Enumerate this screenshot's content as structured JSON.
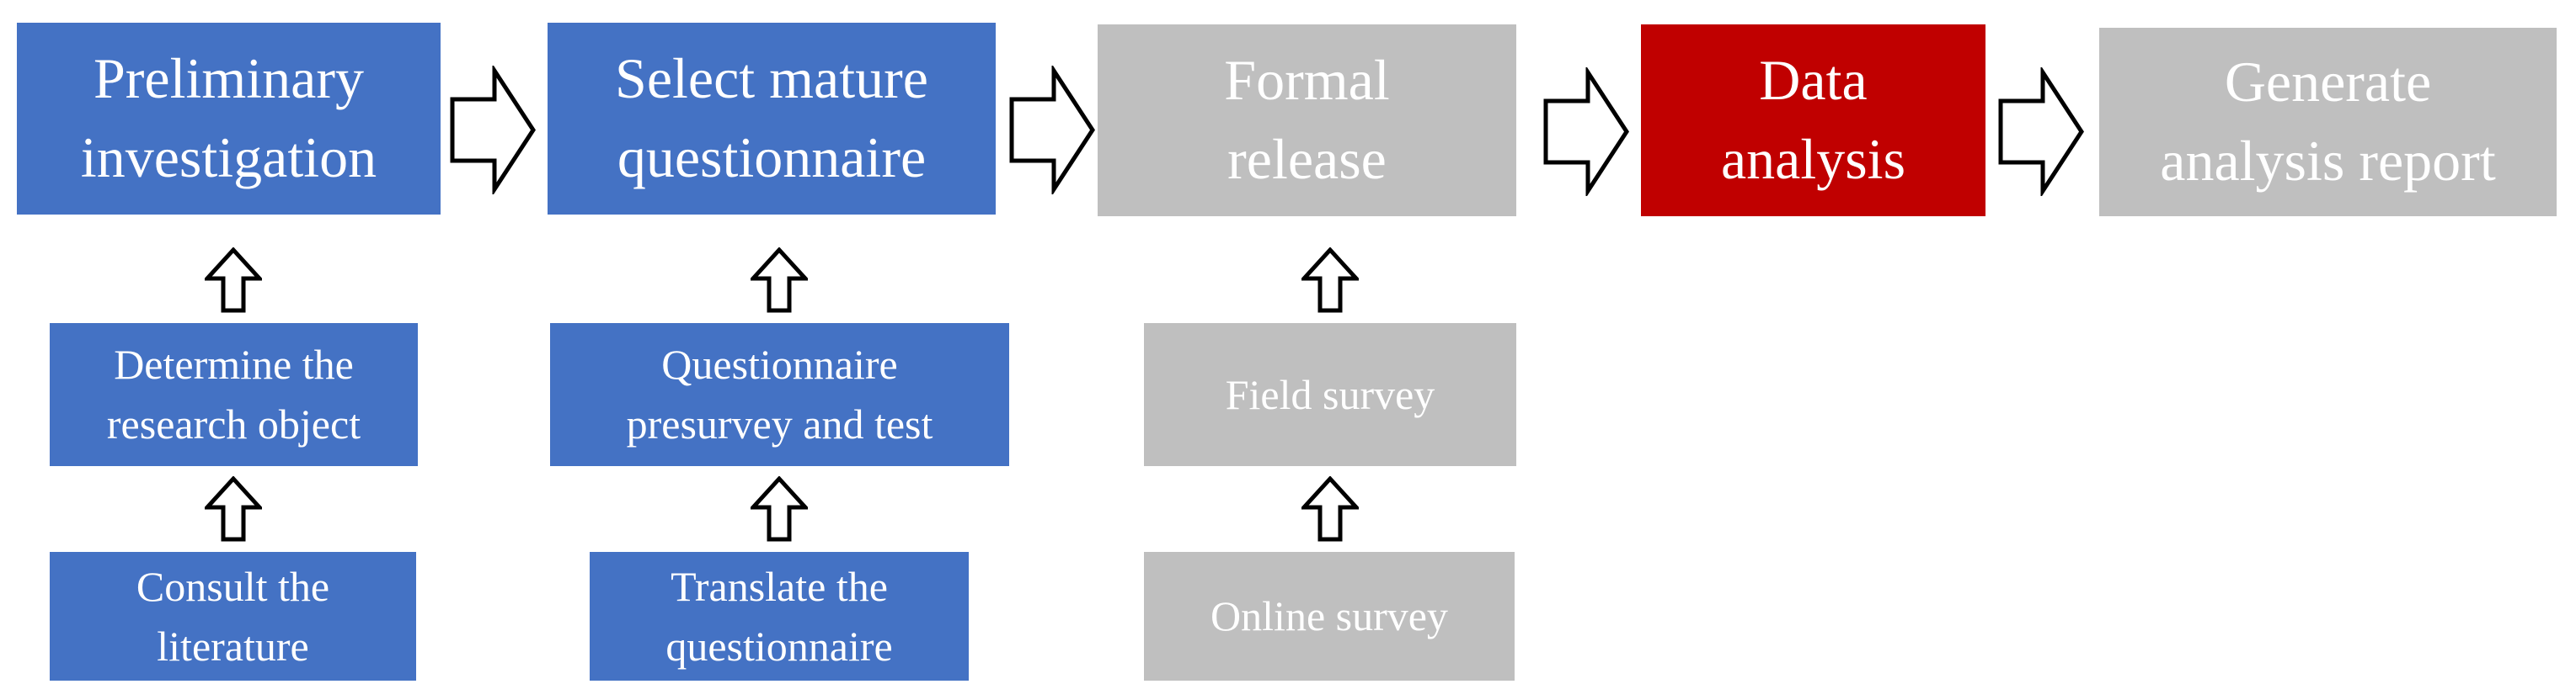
{
  "colors": {
    "step-active": "#4472C4",
    "step-inactive": "#BFBFBF",
    "step-highlight": "#C00000",
    "step-text": "#FFFFFF",
    "arrow-fill": "#FFFFFF",
    "arrow-outline": "#000000",
    "background": "#FFFFFF"
  },
  "flow": {
    "main_steps": [
      {
        "lines": [
          "Preliminary",
          "investigation"
        ],
        "state": "active"
      },
      {
        "lines": [
          "Select mature",
          "questionnaire"
        ],
        "state": "active"
      },
      {
        "lines": [
          "Formal",
          "release"
        ],
        "state": "inactive"
      },
      {
        "lines": [
          "Data",
          "analysis"
        ],
        "state": "highlight"
      },
      {
        "lines": [
          "Generate",
          "analysis report"
        ],
        "state": "inactive"
      }
    ],
    "sub_flows": [
      {
        "feeds_into": "Preliminary investigation",
        "steps": [
          {
            "lines": [
              "Determine the",
              "research object"
            ],
            "state": "active"
          },
          {
            "lines": [
              "Consult the",
              "literature"
            ],
            "state": "active"
          }
        ]
      },
      {
        "feeds_into": "Select mature questionnaire",
        "steps": [
          {
            "lines": [
              "Questionnaire",
              "presurvey and test"
            ],
            "state": "active"
          },
          {
            "lines": [
              "Translate the",
              "questionnaire"
            ],
            "state": "active"
          }
        ]
      },
      {
        "feeds_into": "Formal release",
        "steps": [
          {
            "lines": [
              "Field survey"
            ],
            "state": "inactive"
          },
          {
            "lines": [
              "Online survey"
            ],
            "state": "inactive"
          }
        ]
      }
    ]
  }
}
